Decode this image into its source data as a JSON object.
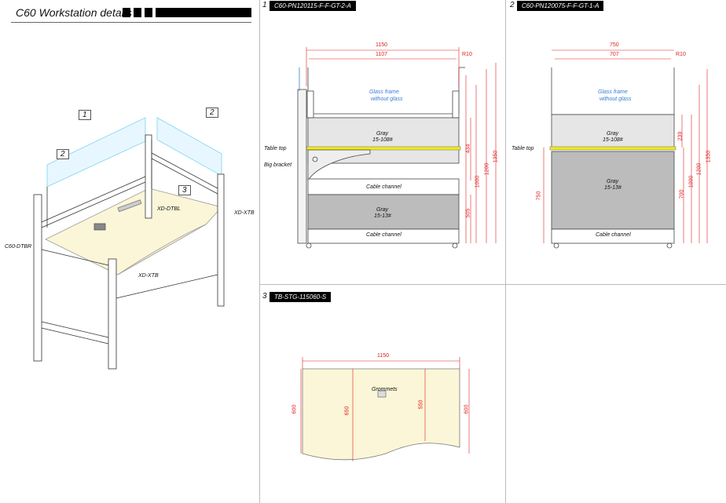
{
  "page": {
    "title": "C60  Workstation details"
  },
  "panels": {
    "p1": {
      "number": "1",
      "code": "C60-PN120115-F-F-GT-2-A"
    },
    "p2": {
      "number": "2",
      "code": "C60-PN120075-F-F-GT-1-A"
    },
    "p3": {
      "number": "3",
      "code": "TB-STG-115060-S"
    }
  },
  "iso": {
    "callout_1": "1",
    "callout_2a": "2",
    "callout_2b": "2",
    "callout_3": "3",
    "label_xd_dtbl": "XD-DTBL",
    "label_xd_xtb_right": "XD-XTB",
    "label_c60_dtbr": "C60-DTBR",
    "label_xd_xtb_bottom": "XD-XTB"
  },
  "elev1": {
    "dim_overall": "1150",
    "dim_inner": "1107",
    "radius": "R10",
    "glass": "Glass frame",
    "glass2": "without glass",
    "gray_top": "Gray",
    "gray_top_code": "15-108#",
    "table_top": "Table top",
    "big_bracket": "Big bracket",
    "cable1": "Cable channel",
    "gray_bottom": "Gray",
    "gray_bottom_code": "15-13#",
    "cable2": "Cable channel",
    "d434": "434",
    "d505": "505",
    "d1000": "1000",
    "d1200": "1200",
    "d1350": "1350"
  },
  "elev2": {
    "dim_overall": "750",
    "dim_inner": "707",
    "radius": "R10",
    "glass": "Glass frame",
    "glass2": "without glass",
    "gray_top": "Gray",
    "gray_top_code": "15-108#",
    "table_top": "Table top",
    "gray_bottom": "Gray",
    "gray_bottom_code": "15-13#",
    "cable": "Cable channel",
    "d239": "239",
    "d750": "750",
    "d700": "700",
    "d1000": "1000",
    "d1200": "1200",
    "d1350": "1350"
  },
  "top_view": {
    "width": "1150",
    "grommets": "Grommets",
    "d600_left": "600",
    "d650": "650",
    "d550": "550",
    "d600_right": "600"
  },
  "colors": {
    "dim_red": "#e02020",
    "note_blue": "#3a7bd5",
    "desk_fill": "#fbf6d8",
    "gray_light": "#e6e6e6",
    "gray_dark": "#bcbcbc",
    "table_yellow": "#f4ee00"
  }
}
